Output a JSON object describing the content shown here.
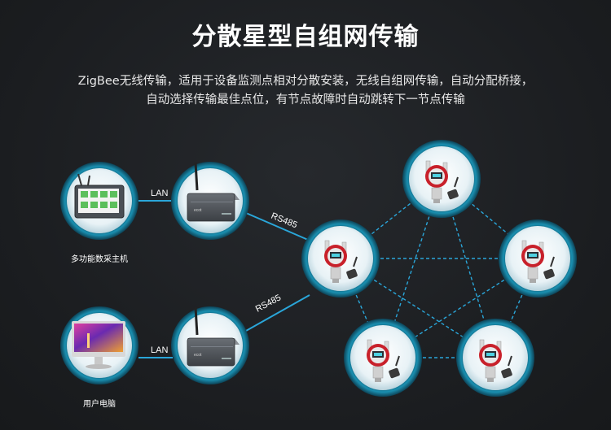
{
  "header": {
    "title": "分散星型自组网传输",
    "subtitle_line1": "ZigBee无线传输，适用于设备监测点相对分散安装，无线自组网传输，自动分配桥接，",
    "subtitle_line2": "自动选择传输最佳点位，有节点故障时自动跳转下一节点传输"
  },
  "nodes": {
    "host_label": "多功能数采主机",
    "pc_label": "用户电脑"
  },
  "links": {
    "lan_top": "LAN",
    "lan_bottom": "LAN",
    "rs485_top": "RS485",
    "rs485_bottom": "RS485"
  },
  "gateway": {
    "brand": "ecot"
  },
  "colors": {
    "background": "#1c1e21",
    "ring": "#1a8fb0",
    "link": "#2aa6d9",
    "mesh": "#2aa6d9",
    "detector_red": "#c8202a"
  }
}
